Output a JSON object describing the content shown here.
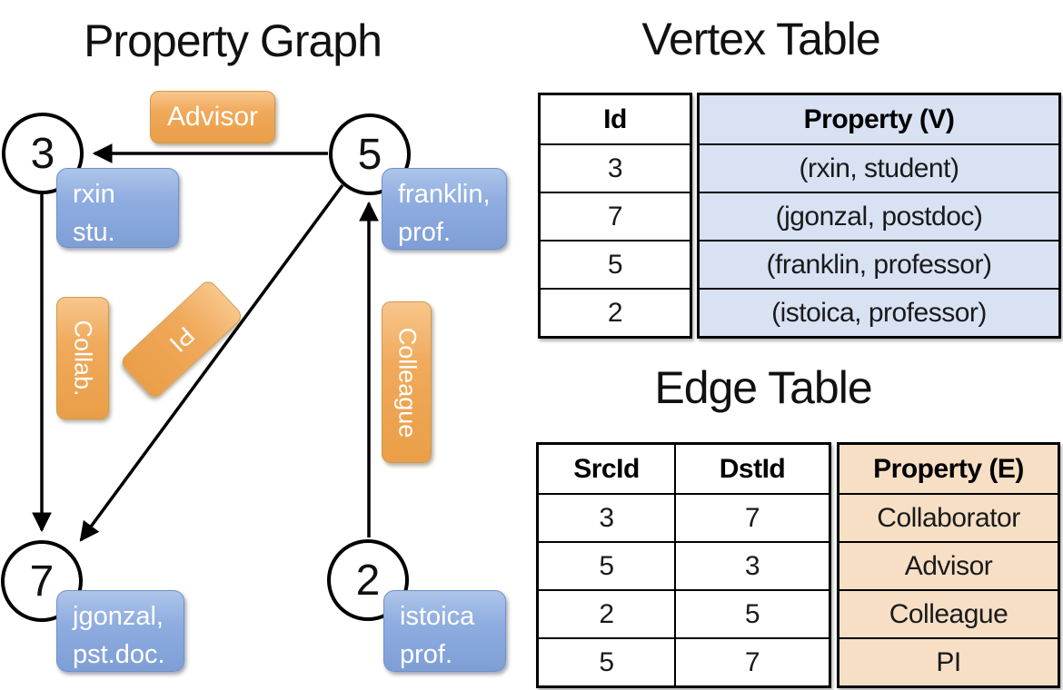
{
  "graph": {
    "title": "Property Graph",
    "nodes": [
      {
        "id": "3",
        "label_line1": "rxin",
        "label_line2": "stu."
      },
      {
        "id": "5",
        "label_line1": "franklin,",
        "label_line2": "prof."
      },
      {
        "id": "7",
        "label_line1": "jgonzal,",
        "label_line2": "pst.doc."
      },
      {
        "id": "2",
        "label_line1": "istoica",
        "label_line2": "prof."
      }
    ],
    "edge_labels": {
      "advisor": "Advisor",
      "collab": "Collab.",
      "pi": "PI",
      "colleague": "Colleague"
    }
  },
  "vertex_table": {
    "title": "Vertex Table",
    "columns": [
      "Id",
      "Property (V)"
    ],
    "rows": [
      [
        "3",
        "(rxin, student)"
      ],
      [
        "7",
        "(jgonzal, postdoc)"
      ],
      [
        "5",
        "(franklin, professor)"
      ],
      [
        "2",
        "(istoica, professor)"
      ]
    ]
  },
  "edge_table": {
    "title": "Edge Table",
    "columns": [
      "SrcId",
      "DstId",
      "Property (E)"
    ],
    "rows": [
      [
        "3",
        "7",
        "Collaborator"
      ],
      [
        "5",
        "3",
        "Advisor"
      ],
      [
        "2",
        "5",
        "Colleague"
      ],
      [
        "5",
        "7",
        "PI"
      ]
    ]
  },
  "colors": {
    "edge_label_orange": "#f0aa5c",
    "vertex_box_blue": "#8fade0",
    "vertex_table_fill": "#d9e2f3",
    "edge_table_fill": "#f6dfc5",
    "line_black": "#000000"
  }
}
